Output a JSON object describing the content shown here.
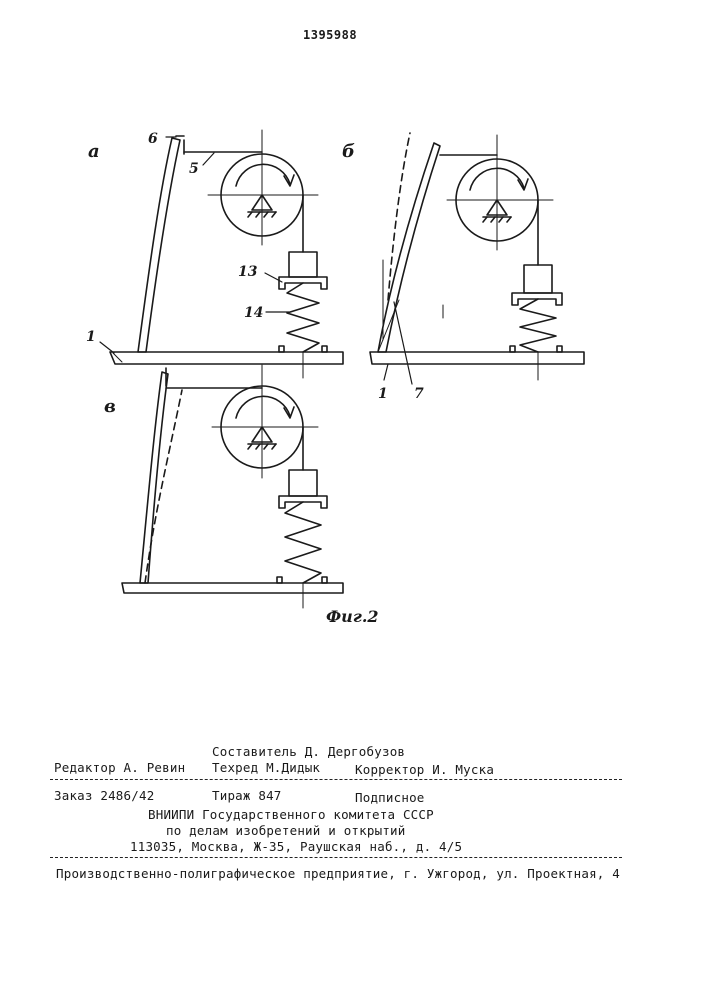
{
  "patent_number": "1395988",
  "figure": {
    "caption": "Фиг.2",
    "panel_labels": {
      "a": "а",
      "b": "б",
      "v": "в"
    },
    "part_labels": {
      "p1": "1",
      "p5": "5",
      "p6": "6",
      "p7": "7",
      "p13": "13",
      "p14": "14"
    }
  },
  "imprint": {
    "compiler": "Составитель Д. Дергобузов",
    "editor": "Редактор А. Ревин",
    "techred": "Техред М.Дидык",
    "corrector": "Корректор И. Муска",
    "order": "Заказ 2486/42",
    "print_run": "Тираж 847",
    "subscription": "Подписное",
    "org_line1": "ВНИИПИ Государственного комитета СССР",
    "org_line2": "по делам изобретений и открытий",
    "address": "113035, Москва, Ж-35, Раушская наб., д. 4/5",
    "printer": "Производственно-полиграфическое предприятие, г. Ужгород, ул. Проектная, 4"
  }
}
